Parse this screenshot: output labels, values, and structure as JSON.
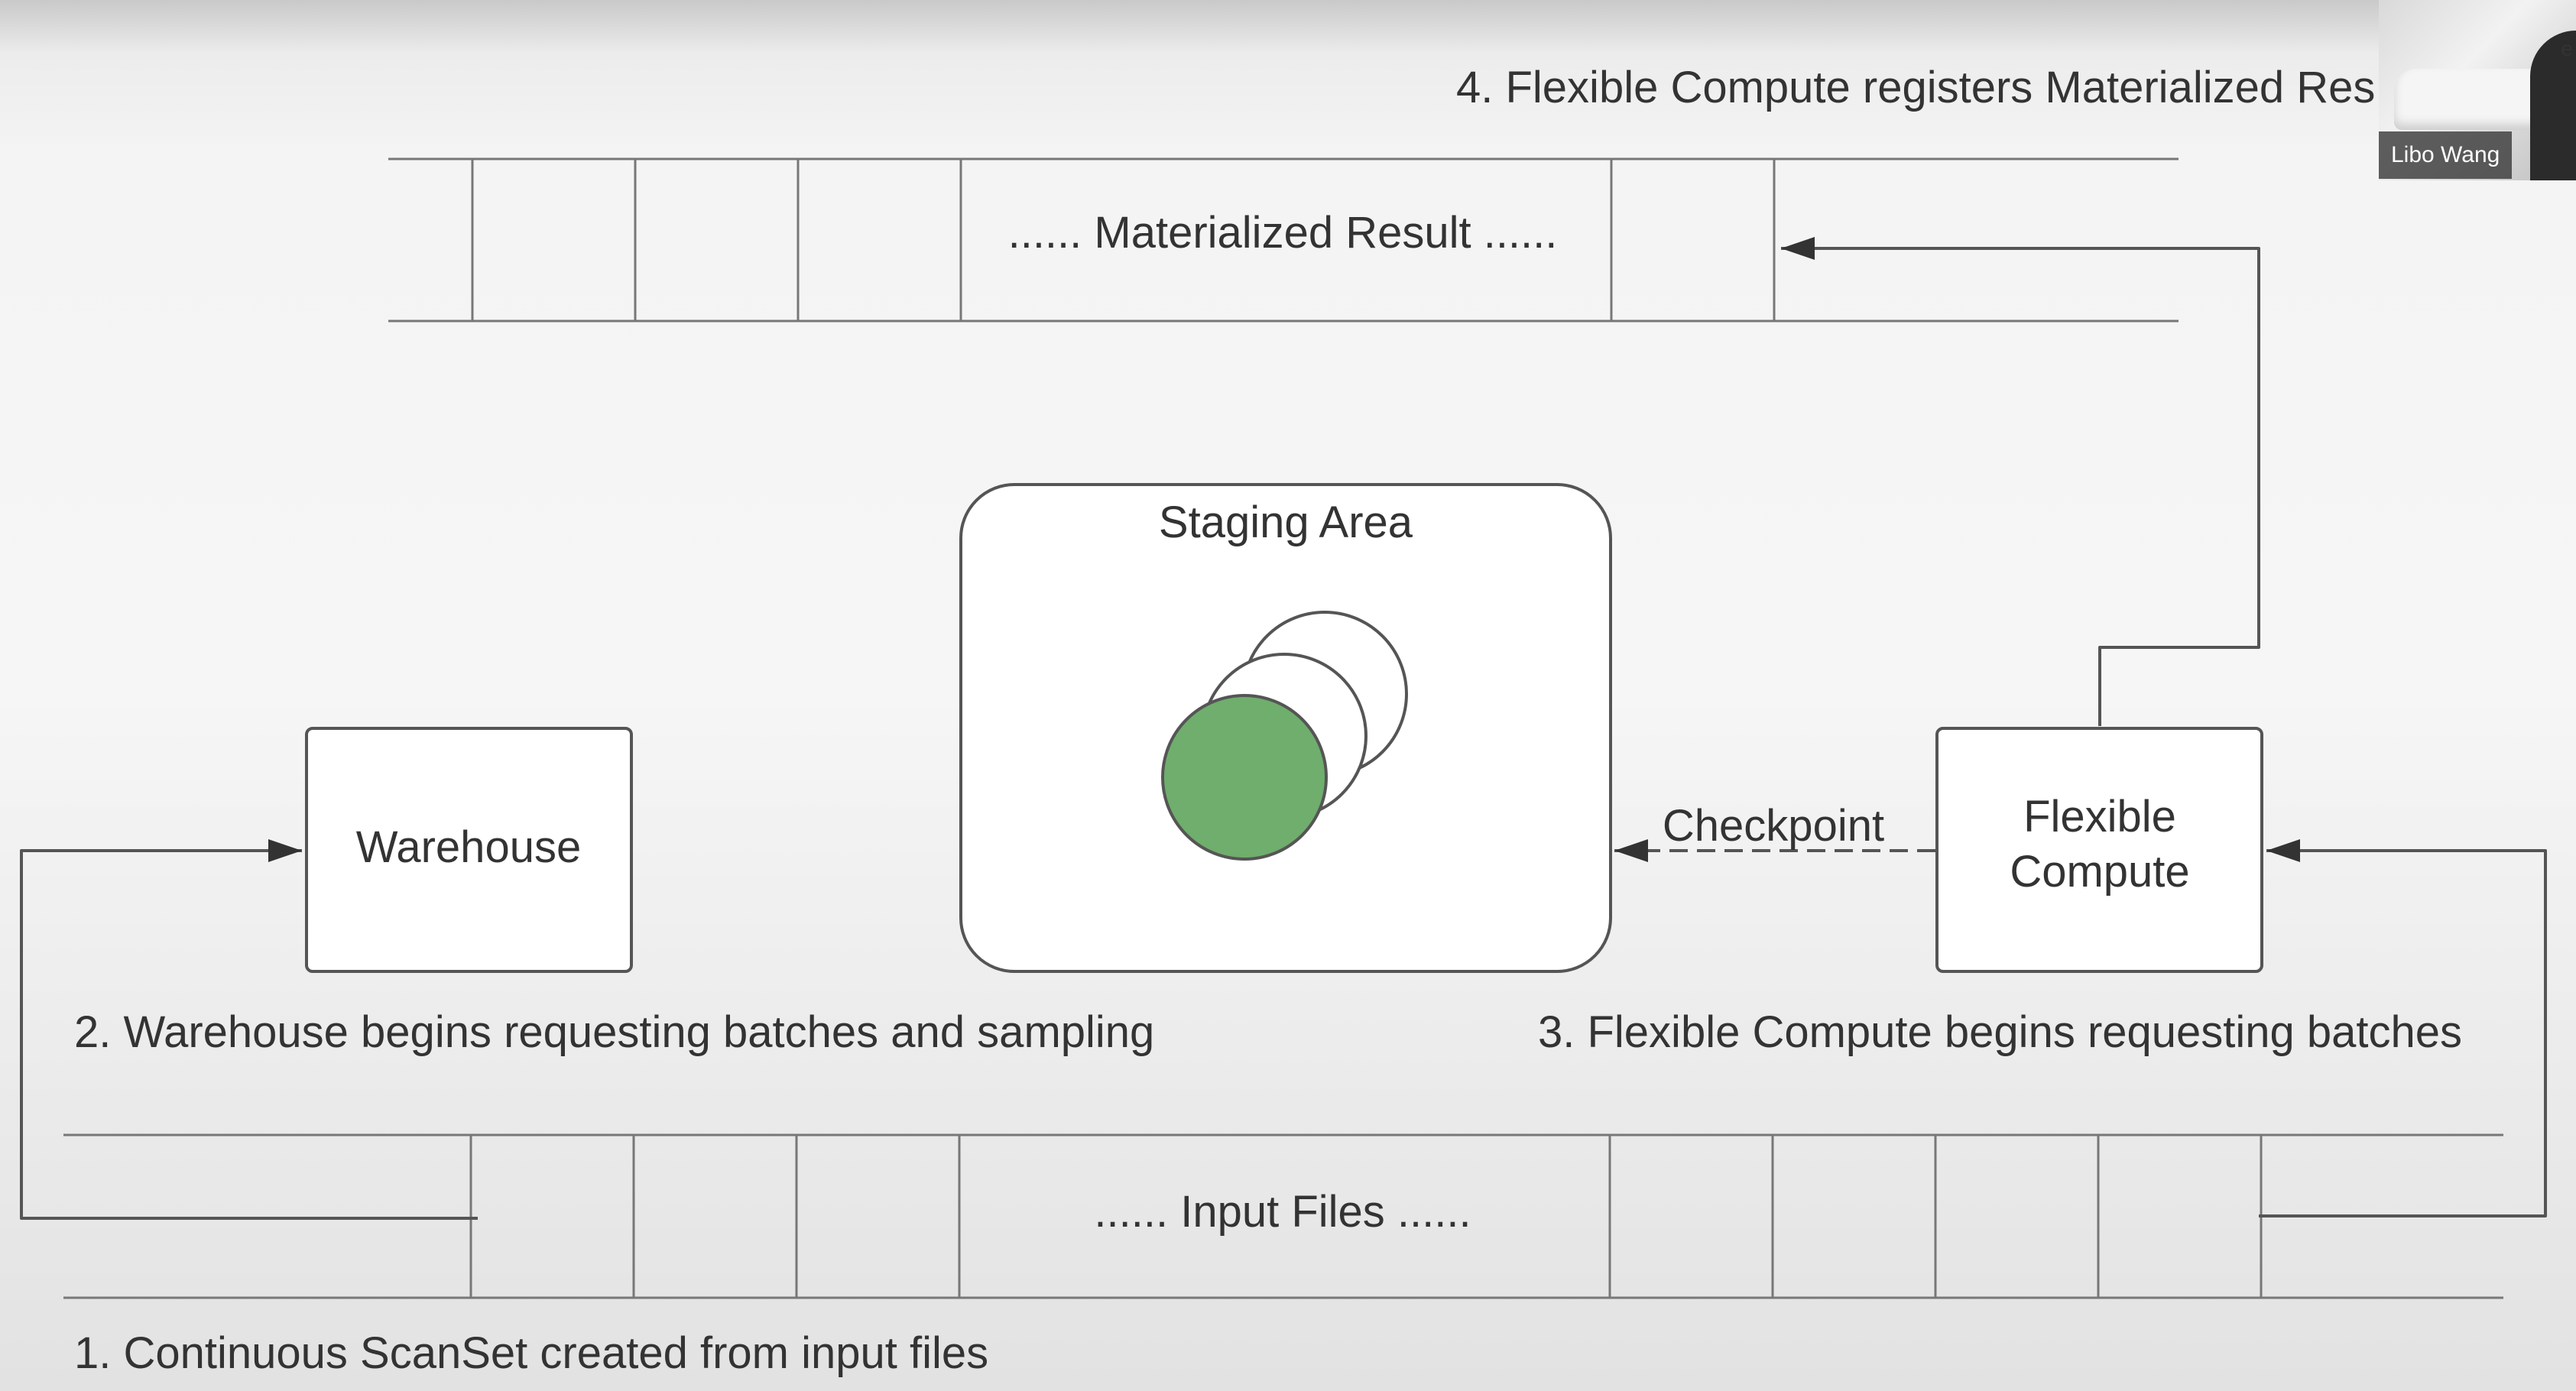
{
  "slide": {
    "step4_label": "4. Flexible Compute registers Materialized Res",
    "materialized_result_label": "...... Materialized Result ......",
    "staging_area_title": "Staging Area",
    "warehouse_label": "Warehouse",
    "flexible_compute_label_line1": "Flexible",
    "flexible_compute_label_line2": "Compute",
    "checkpoint_label": "Checkpoint",
    "step2_label": "2. Warehouse begins requesting batches and sampling",
    "step3_label": "3. Flexible Compute begins requesting batches",
    "input_files_label": "...... Input Files ......",
    "step1_label": "1. Continuous ScanSet created from input files"
  },
  "participant": {
    "name": "Libo Wang",
    "corner_glyph": "e"
  },
  "colors": {
    "line": "#555555",
    "text": "#333333",
    "active_circle_fill": "#6fae6c",
    "inactive_circle_fill": "#ffffff"
  }
}
